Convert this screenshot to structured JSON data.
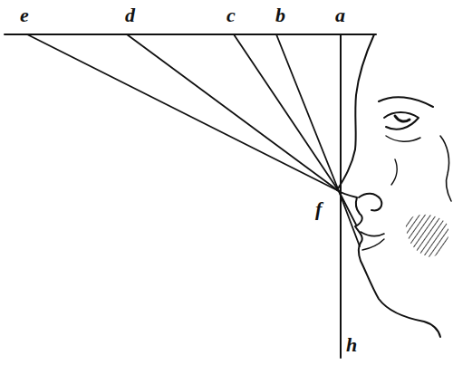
{
  "diagram": {
    "labels": [
      "e",
      "d",
      "c",
      "b",
      "a",
      "f",
      "h"
    ]
  }
}
